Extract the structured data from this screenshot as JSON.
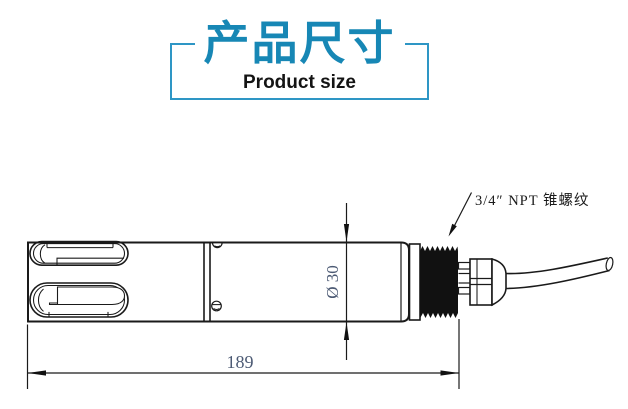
{
  "header": {
    "title_cn": "产品尺寸",
    "title_en": "Product size",
    "accent_text_color": "#1787b5",
    "box_border_color": "#2e96c5"
  },
  "drawing": {
    "length_dimension": "189",
    "diameter_dimension": "Ø 30",
    "thread_annotation": "3/4″ NPT 锥螺纹",
    "dimension_text_color": "#4c5a74",
    "line_color": "#1a1a1a",
    "thread_fill_color": "#111111"
  }
}
